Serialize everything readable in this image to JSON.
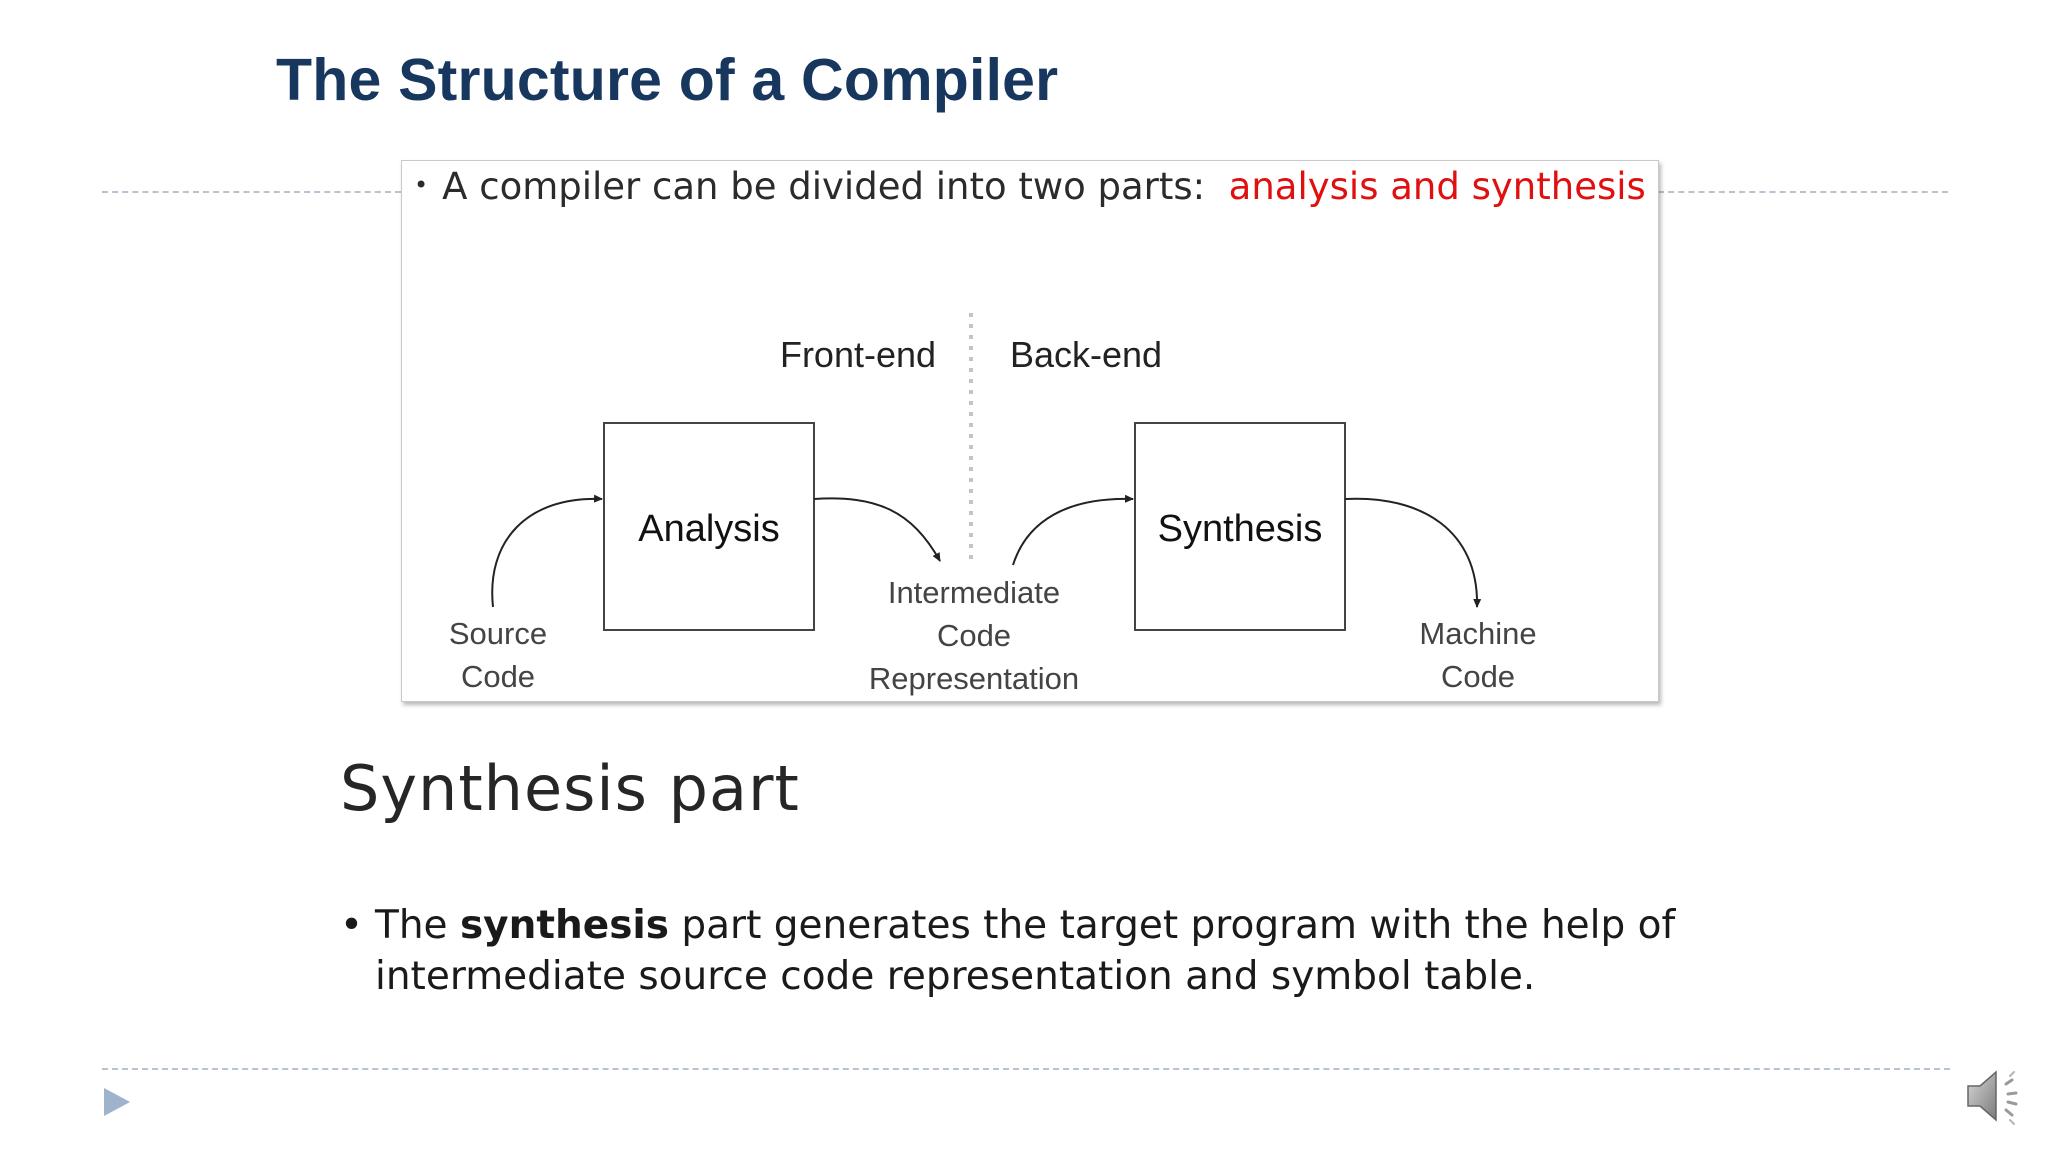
{
  "slide": {
    "title": "The Structure of a Compiler"
  },
  "figure": {
    "bullet_prefix": "A compiler can be divided into two parts:",
    "bullet_highlight": "analysis and synthesis",
    "highlight_color": "#e01010",
    "diagram": {
      "front_end_label": "Front-end",
      "back_end_label": "Back-end",
      "analysis_box": "Analysis",
      "synthesis_box": "Synthesis",
      "source_code_line1": "Source",
      "source_code_line2": "Code",
      "intermediate_line1": "Intermediate",
      "intermediate_line2": "Code",
      "intermediate_line3": "Representation",
      "machine_code_line1": "Machine",
      "machine_code_line2": "Code"
    }
  },
  "section": {
    "heading": "Synthesis part",
    "bullet_pre": "The ",
    "bullet_bold": "synthesis",
    "bullet_rest": " part generates the target program with the help of",
    "bullet_line2": "intermediate source code representation and symbol table."
  },
  "icons": {
    "play": "play-triangle-icon",
    "speaker": "speaker-icon"
  },
  "colors": {
    "title": "#17375e",
    "accent_triangle": "#9fb3cc",
    "dashed_rule": "#b7c3d0"
  }
}
